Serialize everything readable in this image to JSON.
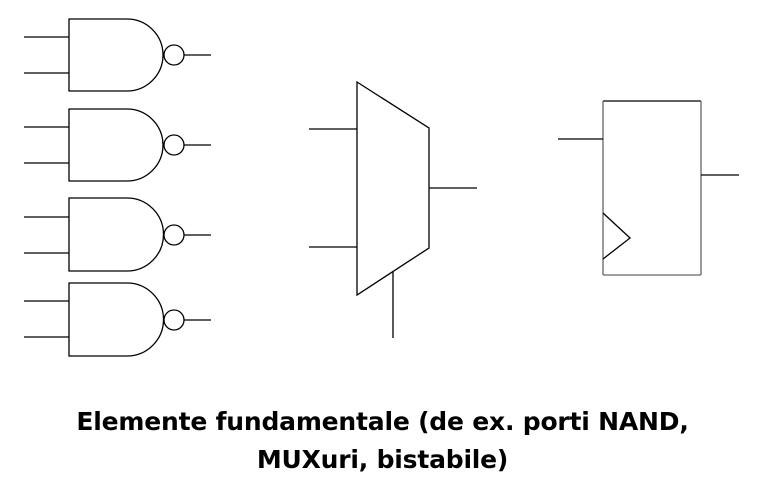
{
  "caption": {
    "line1": "Elemente fundamentale (de ex. porti NAND,",
    "line2": "MUXuri, bistabile)"
  },
  "colors": {
    "stroke": "#000000",
    "flipflop_stroke": "#555555",
    "background": "#ffffff"
  },
  "components": [
    {
      "name": "nand-gate-1",
      "type": "nand"
    },
    {
      "name": "nand-gate-2",
      "type": "nand"
    },
    {
      "name": "nand-gate-3",
      "type": "nand"
    },
    {
      "name": "nand-gate-4",
      "type": "nand"
    },
    {
      "name": "multiplexer",
      "type": "mux"
    },
    {
      "name": "flip-flop",
      "type": "flip-flop"
    }
  ]
}
